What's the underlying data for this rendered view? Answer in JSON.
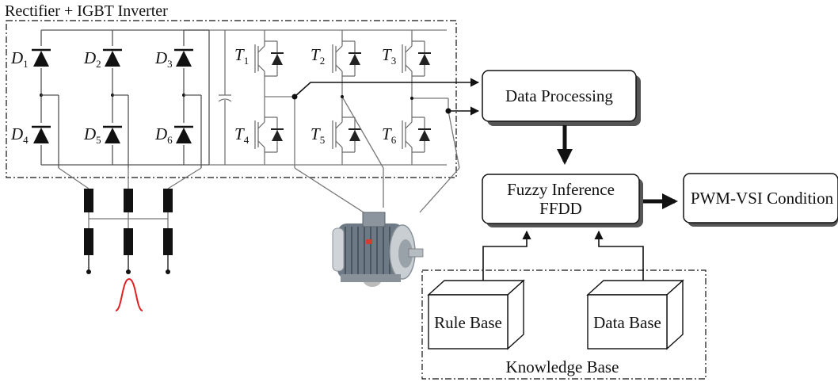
{
  "title": "Rectifier + IGBT Inverter",
  "diodes": [
    {
      "letter": "D",
      "sub": "1"
    },
    {
      "letter": "D",
      "sub": "2"
    },
    {
      "letter": "D",
      "sub": "3"
    },
    {
      "letter": "D",
      "sub": "4"
    },
    {
      "letter": "D",
      "sub": "5"
    },
    {
      "letter": "D",
      "sub": "6"
    }
  ],
  "transistors": [
    {
      "letter": "T",
      "sub": "1"
    },
    {
      "letter": "T",
      "sub": "2"
    },
    {
      "letter": "T",
      "sub": "3"
    },
    {
      "letter": "T",
      "sub": "4"
    },
    {
      "letter": "T",
      "sub": "5"
    },
    {
      "letter": "T",
      "sub": "6"
    }
  ],
  "blocks": {
    "data_processing": "Data Processing",
    "fuzzy_line1": "Fuzzy Inference",
    "fuzzy_line2": "FFDD",
    "pwm": "PWM-VSI Condition",
    "rule_base": "Rule Base",
    "data_base": "Data Base",
    "knowledge_base": "Knowledge Base"
  },
  "colors": {
    "stroke": "#111111",
    "wire": "#888888",
    "sine": "#e02020"
  }
}
